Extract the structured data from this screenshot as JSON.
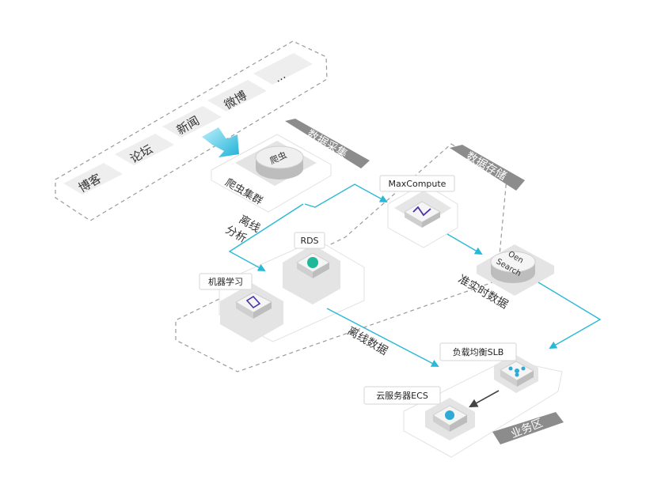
{
  "sources": {
    "items": [
      "博客",
      "论坛",
      "新闻",
      "微博",
      "..."
    ]
  },
  "zones": {
    "collection": "数据采集",
    "storage": "数据存储",
    "business": "业务区"
  },
  "nodes": {
    "crawler_disk": "爬虫",
    "crawler_cluster": "爬虫集群",
    "maxcompute": "MaxCompute",
    "rds": "RDS",
    "ml": "机器学习",
    "opensearch_line1": "Oen",
    "opensearch_line2": "Search",
    "slb": "负载均衡SLB",
    "ecs": "云服务器ECS"
  },
  "flows": {
    "offline_analysis_1": "离线",
    "offline_analysis_2": "分析",
    "realtime_data": "准实时数据",
    "offline_data": "离线数据"
  },
  "colors": {
    "flow": "#29b9d6",
    "zone_label_bg": "#8c8c8c",
    "ml_icon": "#4b2fa8",
    "rds_icon": "#1fb89a",
    "slb_icon": "#2fa9d6",
    "ecs_icon": "#2fa9d6"
  }
}
